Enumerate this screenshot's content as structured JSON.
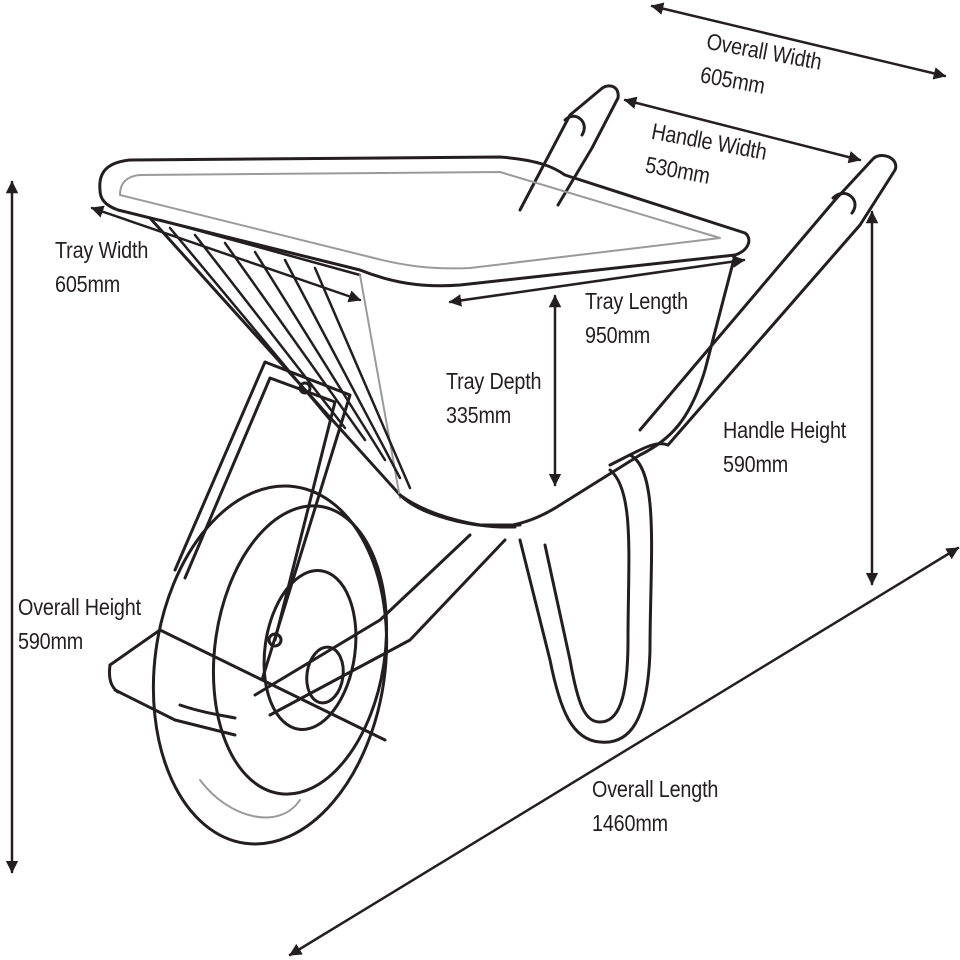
{
  "dimensions": {
    "overall_width": {
      "label": "Overall Width",
      "value": "605mm"
    },
    "handle_width": {
      "label": "Handle Width",
      "value": "530mm"
    },
    "tray_width": {
      "label": "Tray Width",
      "value": "605mm"
    },
    "tray_length": {
      "label": "Tray Length",
      "value": "950mm"
    },
    "tray_depth": {
      "label": "Tray Depth",
      "value": "335mm"
    },
    "handle_height": {
      "label": "Handle Height",
      "value": "590mm"
    },
    "overall_height": {
      "label": "Overall Height",
      "value": "590mm"
    },
    "overall_length": {
      "label": "Overall Length",
      "value": "1460mm"
    }
  },
  "colors": {
    "line": "#231f20",
    "grey": "#9a9a9a",
    "background": "#ffffff"
  }
}
